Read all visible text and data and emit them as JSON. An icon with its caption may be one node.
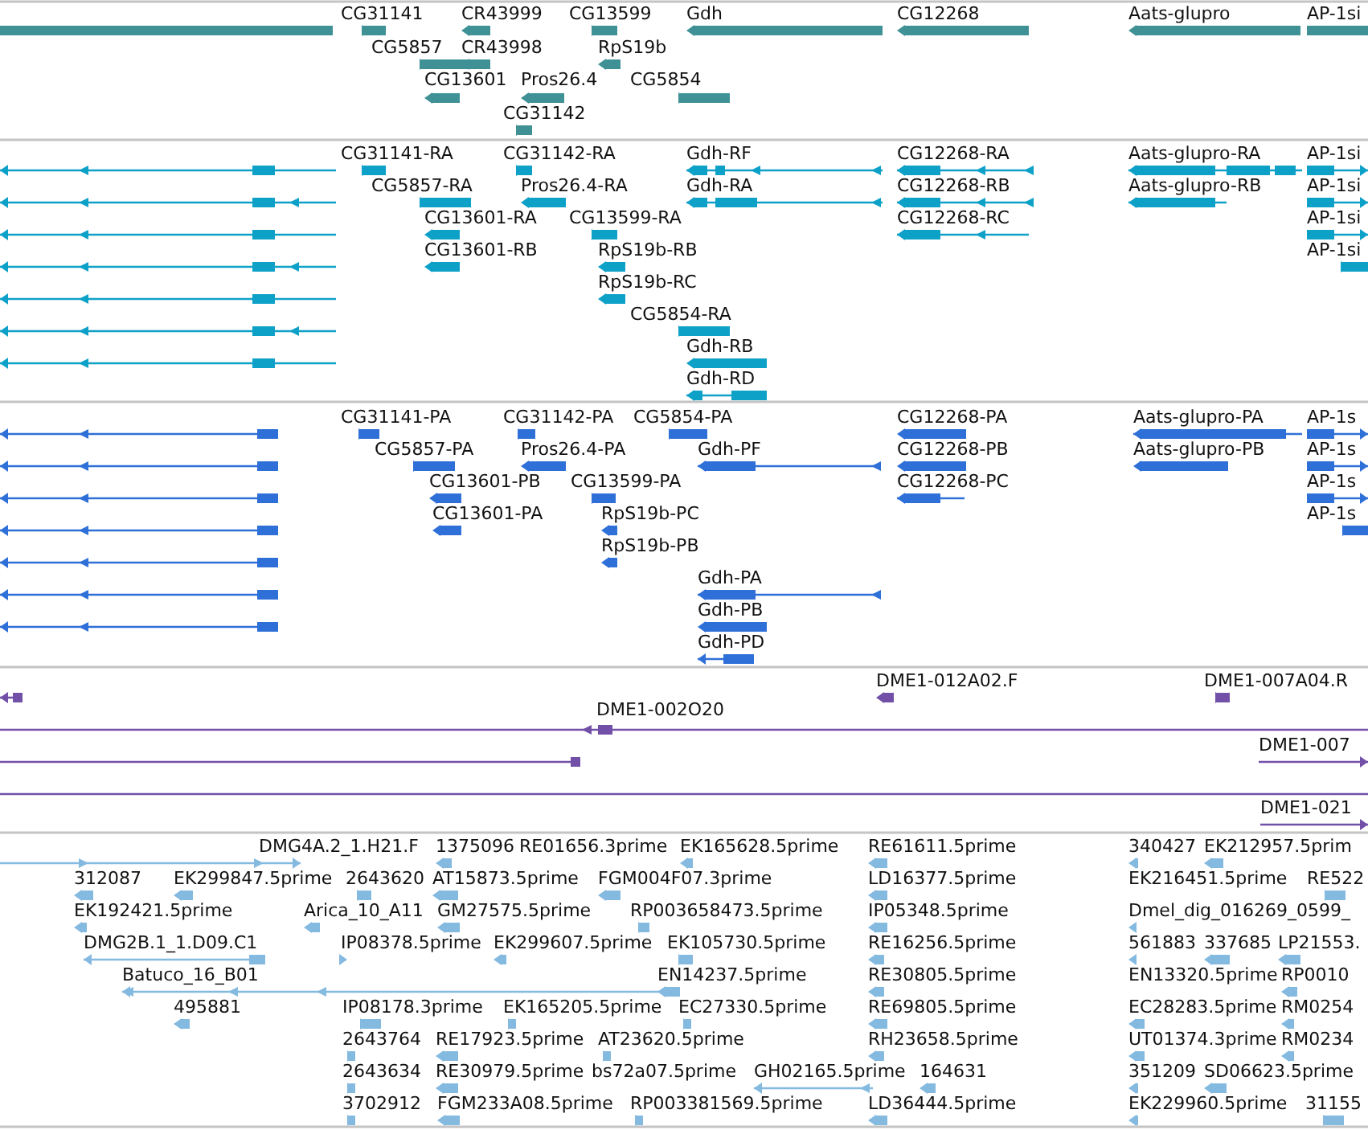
{
  "diagram": {
    "labels": [
      "CG31141",
      "CR43999",
      "CG13599",
      "Gdh",
      "CG12268",
      "Aats-glupro",
      "AP-1si",
      "CG5857",
      "CR43998",
      "RpS19b",
      "CG13601",
      "Pros26.4",
      "CG5854",
      "CG31142",
      "CG31141-RA",
      "CG31142-RA",
      "Gdh-RF",
      "CG12268-RA",
      "Aats-glupro-RA",
      "AP-1si",
      "CG5857-RA",
      "Pros26.4-RA",
      "Gdh-RA",
      "CG12268-RB",
      "Aats-glupro-RB",
      "AP-1si",
      "CG13601-RA",
      "CG13599-RA",
      "CG12268-RC",
      "AP-1si",
      "CG13601-RB",
      "RpS19b-RB",
      "AP-1si",
      "RpS19b-RC",
      "CG5854-RA",
      "Gdh-RB",
      "Gdh-RD",
      "CG31141-PA",
      "CG31142-PA",
      "CG5854-PA",
      "CG12268-PA",
      "Aats-glupro-PA",
      "AP-1s",
      "CG5857-PA",
      "Pros26.4-PA",
      "Gdh-PF",
      "CG12268-PB",
      "Aats-glupro-PB",
      "AP-1s",
      "CG13601-PB",
      "CG13599-PA",
      "CG12268-PC",
      "AP-1s",
      "CG13601-PA",
      "RpS19b-PC",
      "AP-1s",
      "RpS19b-PB",
      "Gdh-PA",
      "Gdh-PB",
      "Gdh-PD",
      "DME1-012A02.F",
      "DME1-007A04.R",
      "DME1-002O20",
      "DME1-007",
      "DME1-021",
      "DMG4A.2_1.H21.F",
      "1375096",
      "RE01656.3prime",
      "EK165628.5prime",
      "RE61611.5prime",
      "340427",
      "EK212957.5prim",
      "312087",
      "EK299847.5prime",
      "2643620",
      "AT15873.5prime",
      "FGM004F07.3prime",
      "LD16377.5prime",
      "EK216451.5prime",
      "RE522",
      "EK192421.5prime",
      "Arica_10_A11",
      "GM27575.5prime",
      "RP003658473.5prime",
      "IP05348.5prime",
      "Dmel_dig_016269_0599_",
      "DMG2B.1_1.D09.C1",
      "IP08378.5prime",
      "EK299607.5prime",
      "EK105730.5prime",
      "RE16256.5prime",
      "561883",
      "337685",
      "LP21553.",
      "Batuco_16_B01",
      "EN14237.5prime",
      "RE30805.5prime",
      "EN13320.5prime",
      "RP0010",
      "495881",
      "IP08178.3prime",
      "EK165205.5prime",
      "EC27330.5prime",
      "RE69805.5prime",
      "EC28283.5prime",
      "RM0254",
      "2643764",
      "RE17923.5prime",
      "AT23620.5prime",
      "RH23658.5prime",
      "UT01374.3prime",
      "RM0234",
      "2643634",
      "RE30979.5prime",
      "bs72a07.5prime",
      "GH02165.5prime",
      "164631",
      "351209",
      "SD06623.5prime",
      "3702912",
      "FGM233A08.5prime",
      "RP003381569.5prime",
      "LD36444.5prime",
      "EK229960.5prime",
      "31155"
    ]
  }
}
